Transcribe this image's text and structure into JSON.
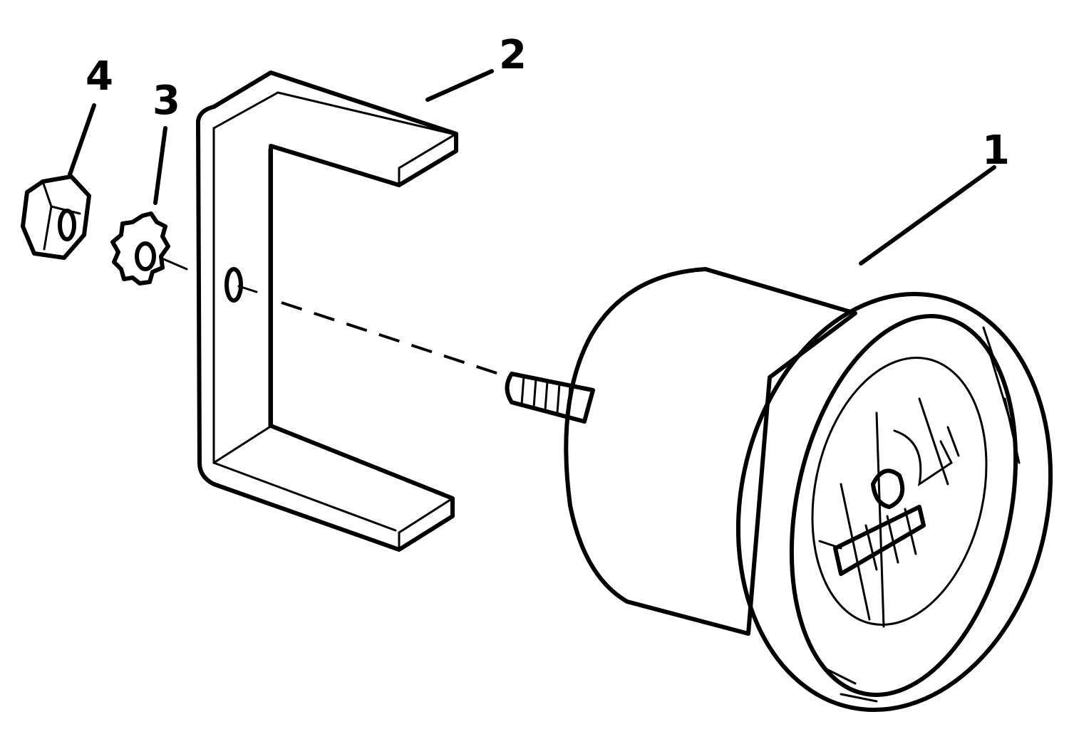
{
  "callouts": [
    {
      "id": "1",
      "label": "1",
      "part": "gauge"
    },
    {
      "id": "2",
      "label": "2",
      "part": "bracket"
    },
    {
      "id": "3",
      "label": "3",
      "part": "lock-washer"
    },
    {
      "id": "4",
      "label": "4",
      "part": "nut"
    }
  ],
  "colors": {
    "ink": "#000000",
    "paper": "#ffffff"
  }
}
